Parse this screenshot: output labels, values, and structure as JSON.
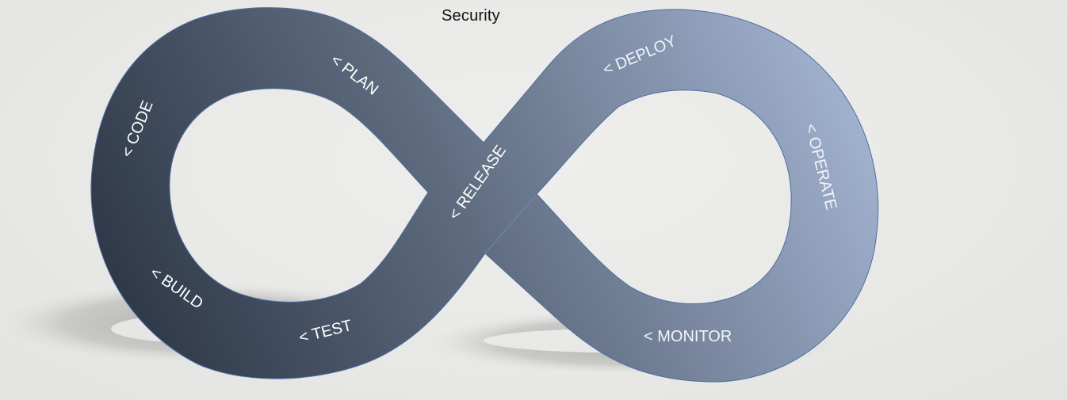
{
  "title": "Security",
  "stages": {
    "plan": "< PLAN",
    "code": "< CODE",
    "build": "< BUILD",
    "test": "< TEST",
    "release": "< RELEASE",
    "deploy": "< DEPLOY",
    "operate": "< OPERATE",
    "monitor": "< MONITOR"
  },
  "colors": {
    "background": "#e9e9e7",
    "loop_dark": "#2f3a4a",
    "loop_light": "#a4b4d2",
    "label_left": "#ffffff",
    "label_right": "#f2f5fb",
    "shadow": "#b9b9b7"
  }
}
